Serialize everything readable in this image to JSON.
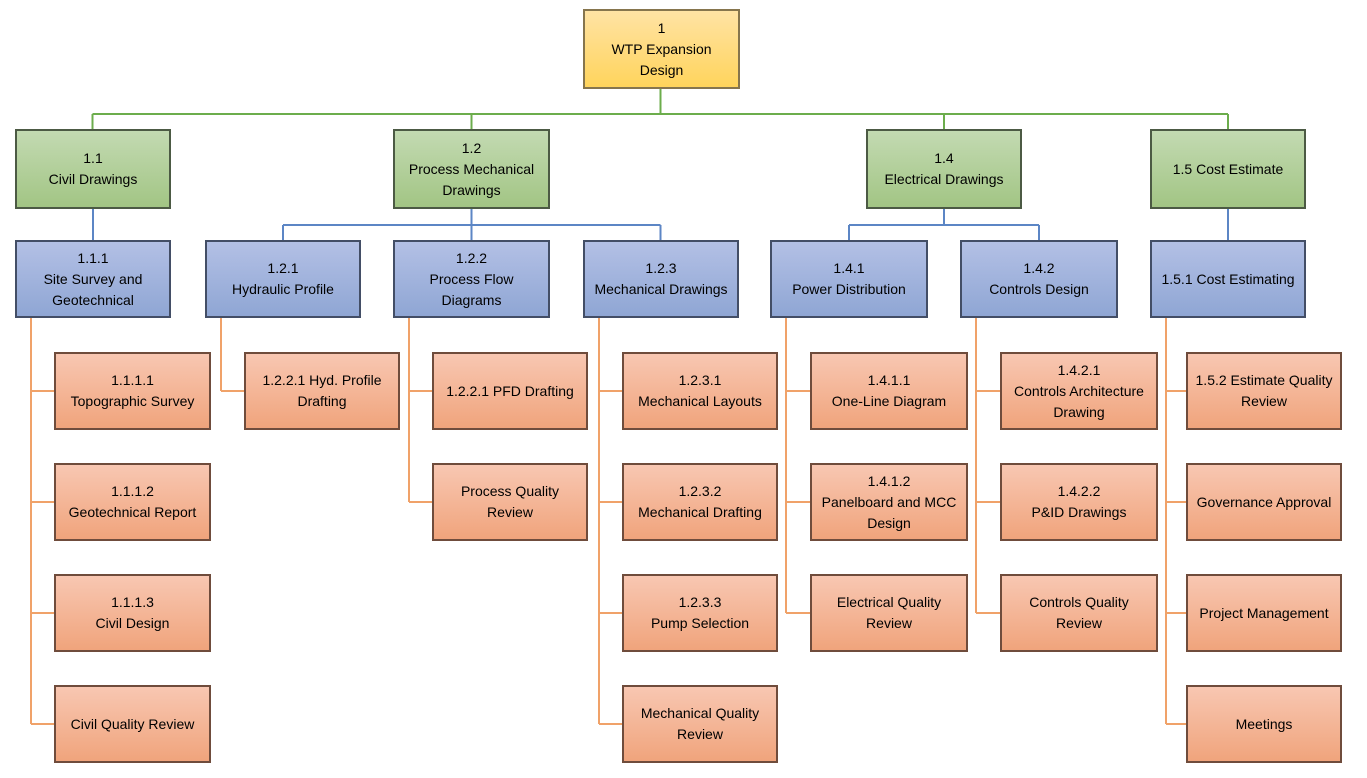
{
  "colors": {
    "level1_fill": "#FFD966",
    "level1_border": "#86754D",
    "level2_fill": "#A9C98F",
    "level2_border": "#4C5A44",
    "level3_fill": "#9DB1DB",
    "level3_border": "#434E66",
    "level4_fill": "#F4B69A",
    "level4_border": "#6F4C3C",
    "connector_green": "#6CAD4C",
    "connector_blue": "#5C86C5",
    "connector_orange": "#F0A269"
  },
  "nodes": {
    "n1": {
      "text": "1\nWTP Expansion Design"
    },
    "n1_1": {
      "text": "1.1\nCivil Drawings"
    },
    "n1_2": {
      "text": "1.2\nProcess Mechanical Drawings"
    },
    "n1_4": {
      "text": "1.4\nElectrical Drawings"
    },
    "n1_5": {
      "text": "1.5 Cost Estimate"
    },
    "n1_1_1": {
      "text": "1.1.1\nSite Survey and Geotechnical"
    },
    "n1_2_1": {
      "text": "1.2.1\nHydraulic Profile"
    },
    "n1_2_2": {
      "text": "1.2.2\nProcess Flow Diagrams"
    },
    "n1_2_3": {
      "text": "1.2.3\nMechanical Drawings"
    },
    "n1_4_1": {
      "text": "1.4.1\nPower Distribution"
    },
    "n1_4_2": {
      "text": "1.4.2\nControls Design"
    },
    "n1_5_1": {
      "text": "1.5.1 Cost Estimating"
    },
    "n1_1_1_1": {
      "text": "1.1.1.1\nTopographic Survey"
    },
    "n1_1_1_2": {
      "text": "1.1.1.2\nGeotechnical Report"
    },
    "n1_1_1_3": {
      "text": "1.1.1.3\nCivil Design"
    },
    "n_civil_qr": {
      "text": "Civil Quality Review"
    },
    "n_hyd_profile_drafting": {
      "text": "1.2.2.1 Hyd. Profile Drafting"
    },
    "n_pfd_drafting": {
      "text": "1.2.2.1 PFD Drafting"
    },
    "n_process_qr": {
      "text": "Process Quality Review"
    },
    "n1_2_3_1": {
      "text": "1.2.3.1\nMechanical Layouts"
    },
    "n1_2_3_2": {
      "text": "1.2.3.2\nMechanical Drafting"
    },
    "n1_2_3_3": {
      "text": "1.2.3.3\nPump Selection"
    },
    "n_mech_qr": {
      "text": "Mechanical Quality Review"
    },
    "n1_4_1_1": {
      "text": "1.4.1.1\nOne-Line Diagram"
    },
    "n1_4_1_2": {
      "text": "1.4.1.2\nPanelboard and MCC Design"
    },
    "n_elec_qr": {
      "text": "Electrical Quality Review"
    },
    "n1_4_2_1": {
      "text": "1.4.2.1\nControls Architecture Drawing"
    },
    "n1_4_2_2": {
      "text": "1.4.2.2\nP&ID Drawings"
    },
    "n_controls_qr": {
      "text": "Controls Quality Review"
    },
    "n1_5_2": {
      "text": "1.5.2 Estimate Quality Review"
    },
    "n_governance": {
      "text": "Governance Approval"
    },
    "n_proj_mgmt": {
      "text": "Project Management"
    },
    "n_meetings": {
      "text": "Meetings"
    }
  }
}
